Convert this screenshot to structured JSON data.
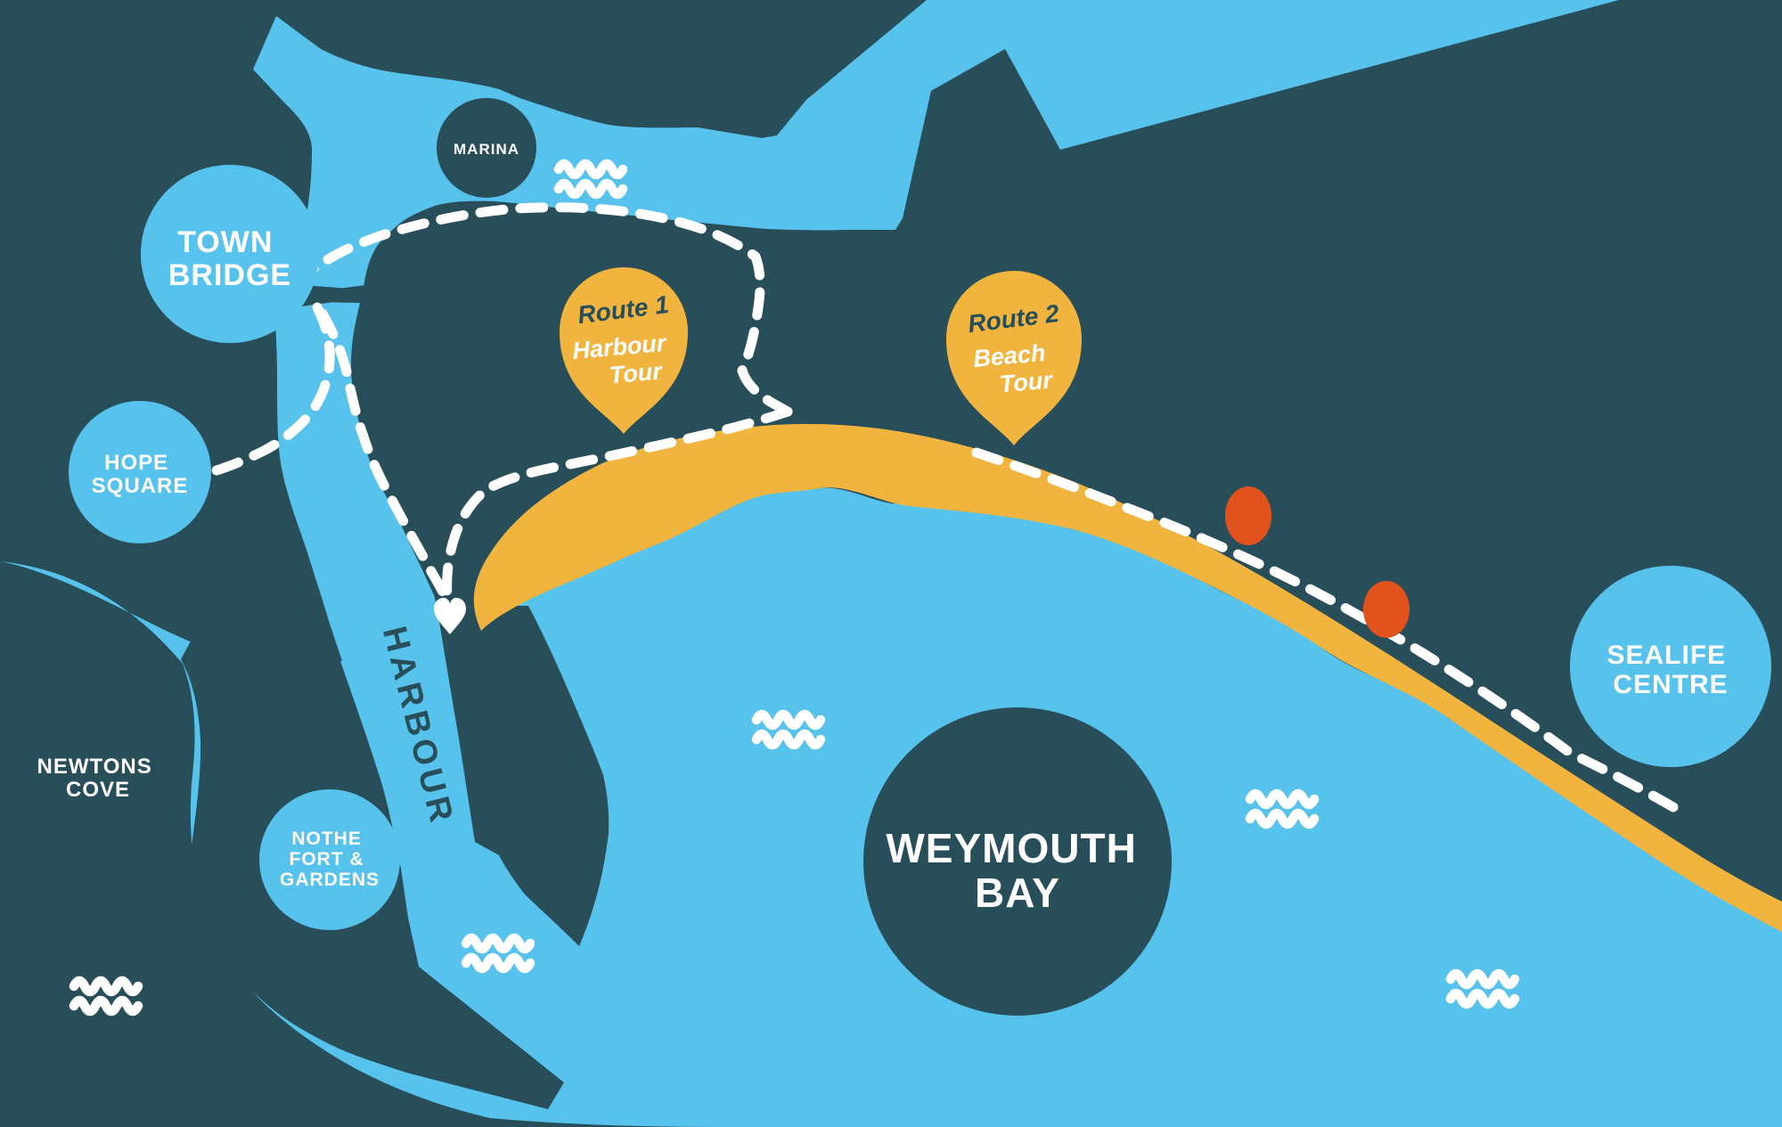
{
  "colors": {
    "land": "#284E5A",
    "water": "#57C2EC",
    "sand": "#F1B43E",
    "accent": "#E2521D",
    "white": "#FFFFFF"
  },
  "locations": [
    {
      "id": "town-bridge",
      "lines": [
        "TOWN",
        "BRIDGE"
      ]
    },
    {
      "id": "marina",
      "lines": [
        "MARINA"
      ]
    },
    {
      "id": "hope-square",
      "lines": [
        "HOPE",
        "SQUARE"
      ]
    },
    {
      "id": "newtons-cove",
      "lines": [
        "NEWTONS",
        "COVE"
      ]
    },
    {
      "id": "nothe-fort",
      "lines": [
        "NOTHE",
        "FORT &",
        "GARDENS"
      ]
    },
    {
      "id": "sealife",
      "lines": [
        "SEALIFE",
        "CENTRE"
      ]
    },
    {
      "id": "weymouth-bay",
      "lines": [
        "WEYMOUTH",
        "BAY"
      ]
    }
  ],
  "pins": [
    {
      "id": "route-1",
      "route": "Route 1",
      "tour": [
        "Harbour",
        "Tour"
      ]
    },
    {
      "id": "route-2",
      "route": "Route 2",
      "tour": [
        "Beach",
        "Tour"
      ]
    }
  ],
  "areas": {
    "harbour": "HARBOUR"
  },
  "markers": {
    "stop_dots": 2,
    "heart": "route-end-heart"
  }
}
